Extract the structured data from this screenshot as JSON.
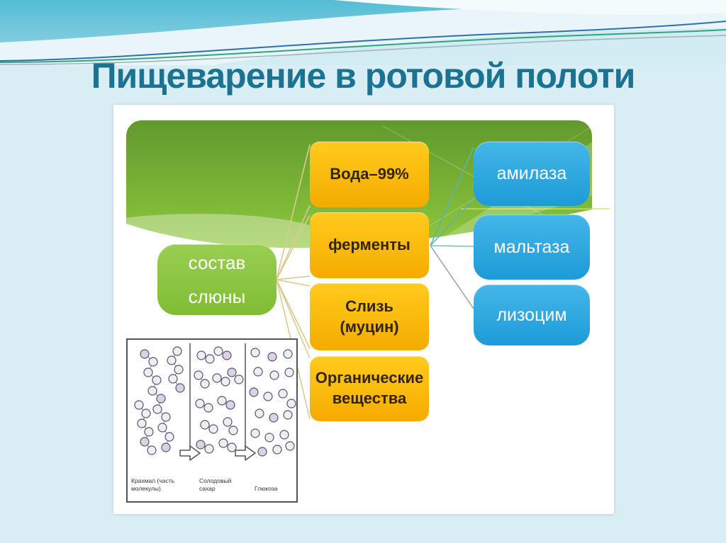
{
  "slide": {
    "title": "Пищеварение в ротовой полоти"
  },
  "theme": {
    "background": "#d9edf4",
    "title_color": "#1b7391",
    "header_teal": "#54bdd4",
    "panel_green_top": "#61992d",
    "panel_green_bottom": "#8fc83e",
    "node_green": "#8cc63f",
    "node_yellow": "#fcbd0f",
    "node_blue": "#29a8e0",
    "yellow_text": "#332500",
    "connector_tan": "#d9c98f",
    "connector_teal": "#5fb3aa",
    "connector_gray": "#97aab6"
  },
  "diagram": {
    "root": {
      "label": "состав\nслюны"
    },
    "components": [
      {
        "label": "Вода–99%"
      },
      {
        "label": "ферменты"
      },
      {
        "label": "Слизь\n(муцин)"
      },
      {
        "label": "Органические\nвещества"
      }
    ],
    "enzymes": [
      {
        "label": "амилаза"
      },
      {
        "label": "мальтаза"
      },
      {
        "label": "лизоцим"
      }
    ],
    "edges": [
      {
        "from": "состав слюны",
        "to": [
          "Вода–99%",
          "ферменты",
          "Слизь (муцин)",
          "Органические вещества"
        ]
      },
      {
        "from": "ферменты",
        "to": [
          "амилаза",
          "мальтаза",
          "лизоцим"
        ]
      }
    ]
  },
  "figure": {
    "labels": [
      "Крахмал (часть молекулы)",
      "Солодовый сахар",
      "Глюкоза"
    ]
  }
}
